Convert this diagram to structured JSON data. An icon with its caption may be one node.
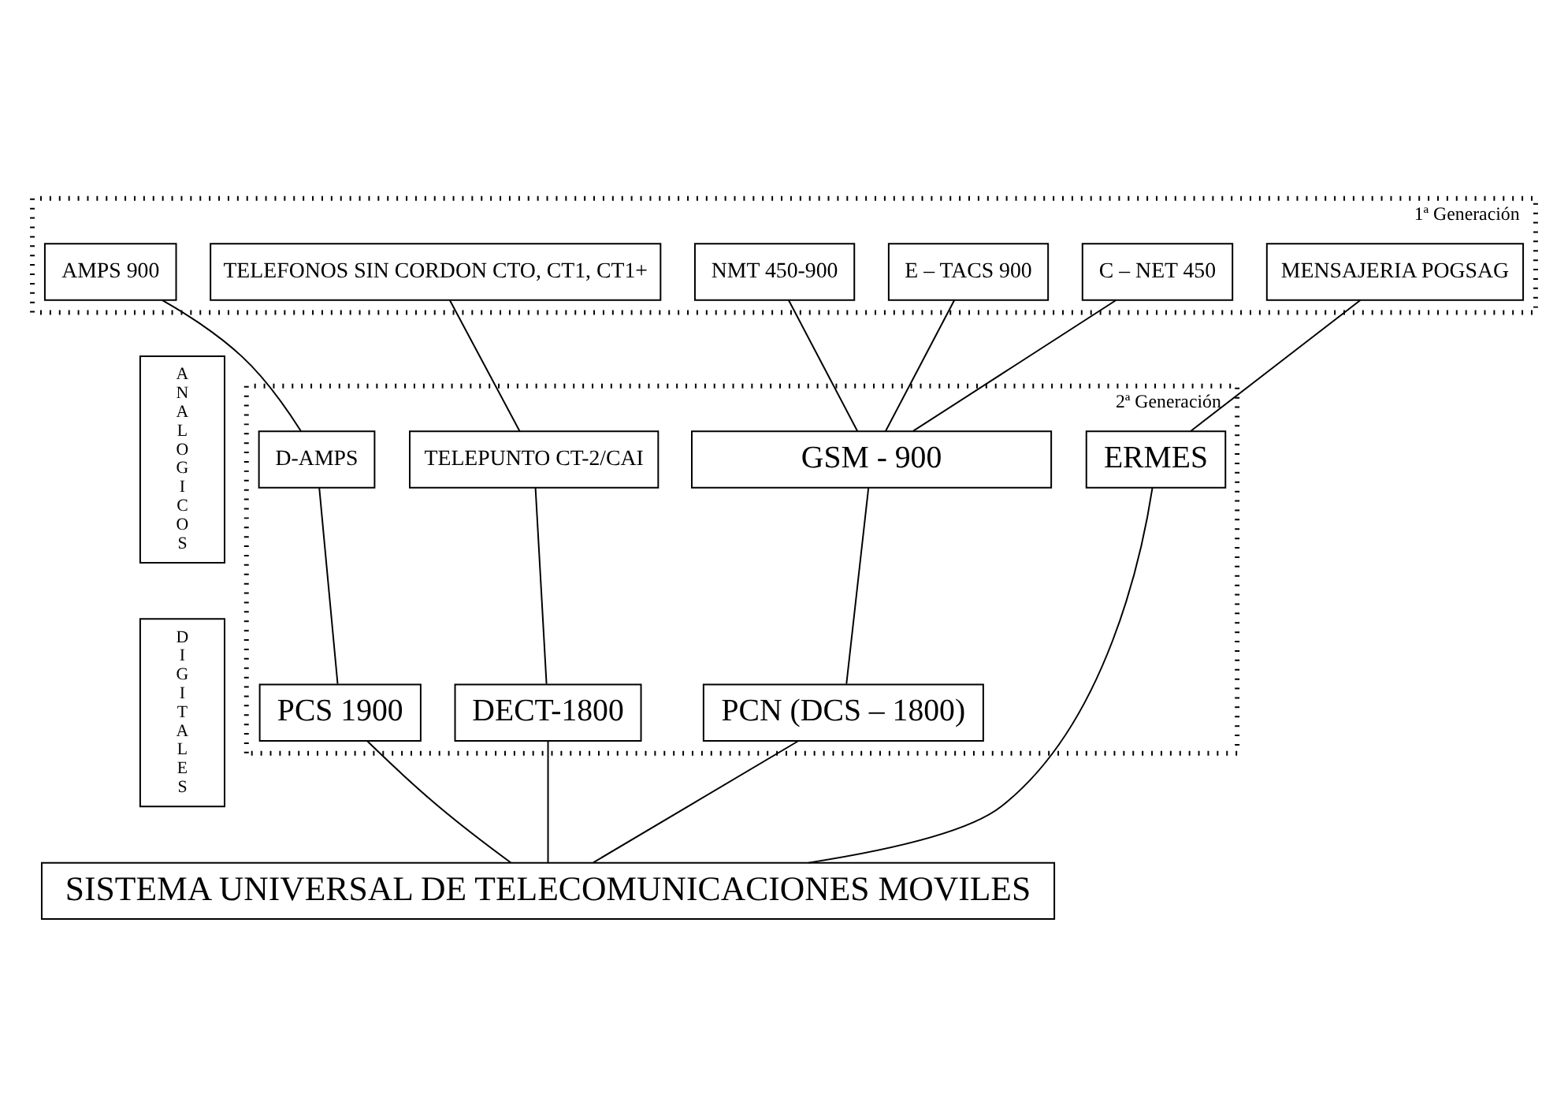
{
  "diagram": {
    "nodes": [
      {
        "text": [
          "ANALOGICOS"
        ]
      },
      {
        "text": [
          "1ª Generación"
        ]
      },
      {
        "text": [
          "AMPS 900"
        ],
        "in": 1
      },
      {
        "text": [
          "NMT 450-900"
        ],
        "in": 1
      },
      {
        "text": [
          "C – NET 450"
        ],
        "in": 1
      },
      {
        "text": [
          "E – TACS 900"
        ],
        "in": 1
      },
      {
        "text": [
          "TELEFONOS SIN CORDON CTO, CT1, CT1+"
        ],
        "in": 1
      },
      {
        "text": [
          "MENSAJERIA POGSAG"
        ],
        "in": 1
      },
      {
        "text": [
          "DIGITALES"
        ]
      },
      {
        "text": [
          "2ª Generación"
        ]
      },
      {
        "text": [
          "D-AMPS"
        ],
        "in": 9
      },
      {
        "text": [
          "GSM - 900"
        ],
        "in": 9
      },
      {
        "text": [
          "TELEPUNTO CT-2/CAI"
        ],
        "in": 9
      },
      {
        "text": [
          "ERMES"
        ],
        "in": 9
      },
      {
        "text": [
          "PCS 1900"
        ],
        "in": 9
      },
      {
        "text": [
          "PCN (DCS – 1800)"
        ],
        "in": 9
      },
      {
        "text": [
          "DECT-1800"
        ],
        "in": 9
      },
      {
        "text": [
          "SISTEMA UNIVERSAL DE TELECOMUNICACIONES MOVILES"
        ]
      }
    ],
    "edges": [
      {
        "from": 2,
        "to": 10,
        "arrow": "none"
      },
      {
        "from": 3,
        "to": 11,
        "arrow": "none"
      },
      {
        "from": 4,
        "to": 11,
        "arrow": "none"
      },
      {
        "from": 5,
        "to": 11,
        "arrow": "none"
      },
      {
        "from": 6,
        "to": 12,
        "arrow": "none"
      },
      {
        "from": 7,
        "to": 13,
        "arrow": "none"
      },
      {
        "from": 10,
        "to": 14,
        "arrow": "none"
      },
      {
        "from": 11,
        "to": 15,
        "arrow": "none"
      },
      {
        "from": 12,
        "to": 16,
        "arrow": "none"
      },
      {
        "from": 14,
        "to": 17,
        "arrow": "none"
      },
      {
        "from": 15,
        "to": 17,
        "arrow": "none"
      },
      {
        "from": 16,
        "to": 17,
        "arrow": "none"
      },
      {
        "from": 13,
        "to": 17,
        "arrow": "none"
      }
    ]
  }
}
